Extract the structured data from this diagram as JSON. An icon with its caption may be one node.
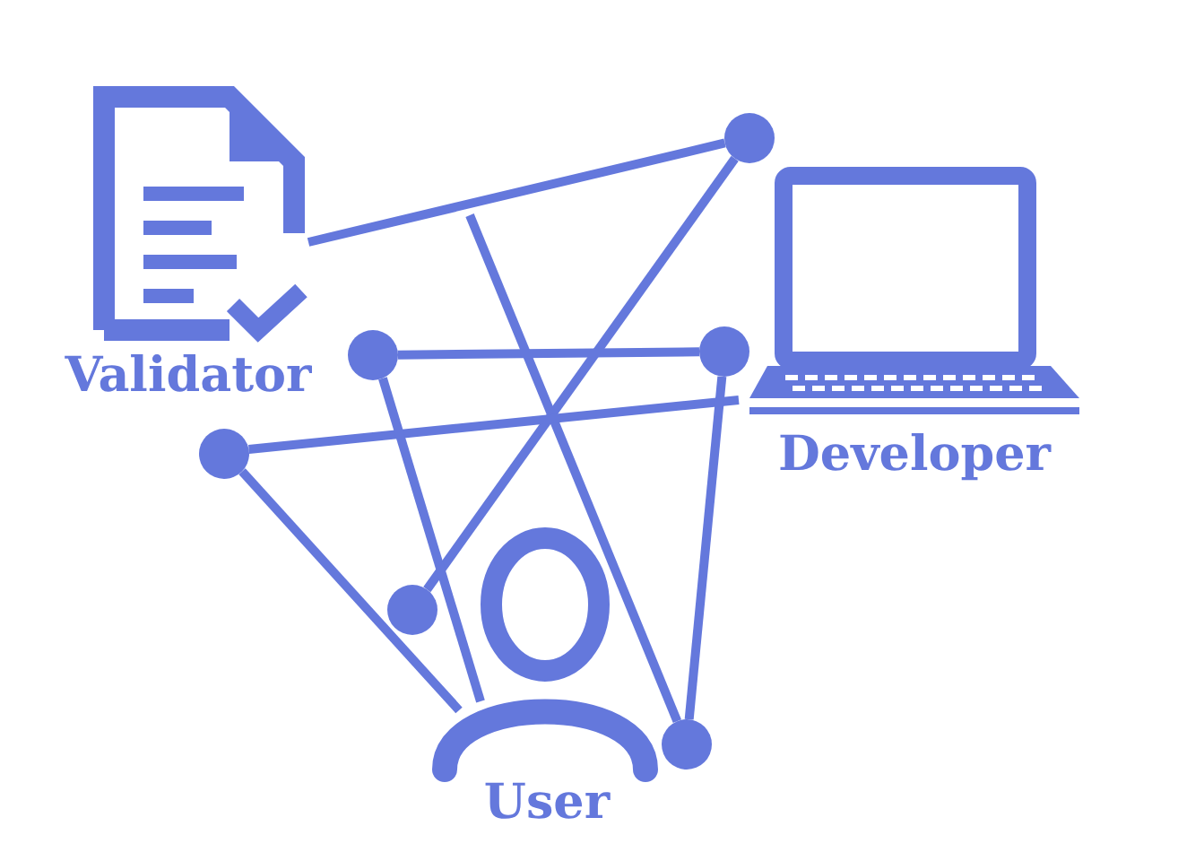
{
  "diagram": {
    "nodes": [
      {
        "text": [
          "Validator"
        ]
      },
      {
        "text": [
          "Developer"
        ]
      },
      {
        "text": [
          "User"
        ]
      },
      {
        "text": [],
        "shape": "circle"
      },
      {
        "text": [],
        "shape": "circle"
      },
      {
        "text": [],
        "shape": "circle"
      },
      {
        "text": [],
        "shape": "circle"
      },
      {
        "text": [],
        "shape": "circle"
      },
      {
        "text": [],
        "shape": "circle"
      }
    ],
    "edges": [
      {
        "from": 0,
        "to": 8,
        "arrow": "none"
      },
      {
        "from": 8,
        "to": 5,
        "arrow": "none"
      },
      {
        "from": null,
        "to": 6,
        "arrow": "none"
      },
      {
        "from": 4,
        "to": 7,
        "arrow": "none"
      },
      {
        "from": 3,
        "to": 1,
        "arrow": "none"
      },
      {
        "from": 3,
        "to": 2,
        "arrow": "none"
      },
      {
        "from": 4,
        "to": 2,
        "arrow": "none"
      },
      {
        "from": 7,
        "to": 6,
        "arrow": "none"
      }
    ]
  }
}
